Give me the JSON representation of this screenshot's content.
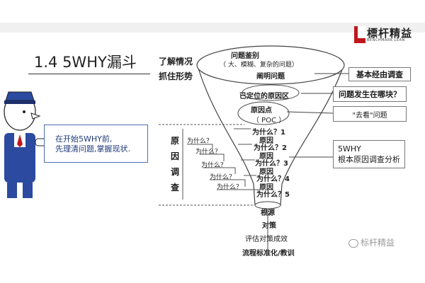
{
  "header": {
    "logo_cn": "標杆精益",
    "logo_en": "BENCHMARK LEAN"
  },
  "title": "1.4  5WHY漏斗",
  "left_labels": {
    "understand": "了解情况",
    "grasp": "抓住形势"
  },
  "intro": {
    "text": "在开始5WHY前,\n先理清问题,掌握现状."
  },
  "funnel": {
    "top_label": "问题鉴别",
    "top_sub": "（ 大、模糊、复杂的问题）",
    "clarify": "阐明问题",
    "located": "已定位的原因区",
    "cause_point": "原因点",
    "poc": "（ POC ）",
    "whys": [
      "为什么？1",
      "为什么？2",
      "为什么？3",
      "为什么？4",
      "为什么？5"
    ],
    "cause": "原因",
    "root": "根源",
    "countermeasure": "对策",
    "evaluate": "评估对策成效",
    "standardize": "流程标准化/教训"
  },
  "investigation": {
    "vertical_label": [
      "原",
      "因",
      "调",
      "查"
    ],
    "whys": [
      "为什么？",
      "为什么？",
      "为什么？",
      "为什么？",
      "为什么？"
    ]
  },
  "right_boxes": {
    "basic_investigation": "基本经由调查",
    "where_problem": "问题发生在哪块？",
    "go_see": "\"去看\"问题",
    "fivewhy_line1": "5WHY",
    "fivewhy_line2": "根本原因调查分析"
  },
  "watermark": "标杆精益",
  "colors": {
    "logo_red": "#c0171c",
    "intro_border": "#4a6fb3",
    "intro_text": "#1f3a7a",
    "police_blue": "#2b4aa0"
  }
}
